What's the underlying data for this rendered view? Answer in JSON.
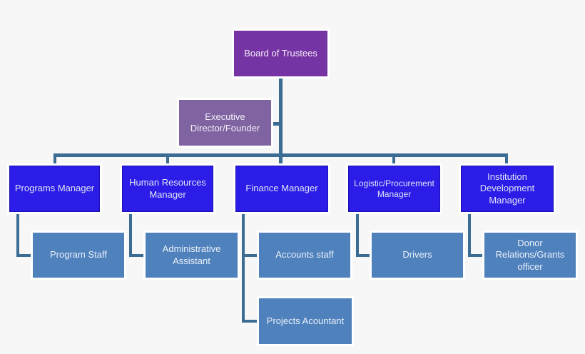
{
  "diagram": {
    "type": "org-chart",
    "nodes": {
      "board": {
        "label": "Board of Trustees",
        "tier": "top"
      },
      "executive": {
        "label": "Executive\nDirector/Founder",
        "tier": "executive"
      },
      "programs": {
        "label": "Programs Manager",
        "tier": "manager"
      },
      "hr": {
        "label": "Human Resources\nManager",
        "tier": "manager"
      },
      "finance": {
        "label": "Finance Manager",
        "tier": "manager"
      },
      "logistic": {
        "label": "Logistic/Procurement\nManager",
        "tier": "manager"
      },
      "institution": {
        "label": "Institution\nDevelopment\nManager",
        "tier": "manager"
      },
      "program_staff": {
        "label": "Program Staff",
        "tier": "staff"
      },
      "admin_assistant": {
        "label": "Administrative\nAssistant",
        "tier": "staff"
      },
      "accounts_staff": {
        "label": "Accounts staff",
        "tier": "staff"
      },
      "drivers": {
        "label": "Drivers",
        "tier": "staff"
      },
      "donor": {
        "label": "Donor\nRelations/Grants\nofficer",
        "tier": "staff"
      },
      "projects_accountant": {
        "label": "Projects Acountant",
        "tier": "staff"
      }
    },
    "edges": [
      {
        "from": "board",
        "to": "executive"
      },
      {
        "from": "executive",
        "to": "programs"
      },
      {
        "from": "executive",
        "to": "hr"
      },
      {
        "from": "executive",
        "to": "finance"
      },
      {
        "from": "executive",
        "to": "logistic"
      },
      {
        "from": "executive",
        "to": "institution"
      },
      {
        "from": "programs",
        "to": "program_staff"
      },
      {
        "from": "hr",
        "to": "admin_assistant"
      },
      {
        "from": "finance",
        "to": "accounts_staff"
      },
      {
        "from": "finance",
        "to": "projects_accountant"
      },
      {
        "from": "logistic",
        "to": "drivers"
      },
      {
        "from": "institution",
        "to": "donor"
      }
    ]
  },
  "colors": {
    "board": "#7633a4",
    "executive": "#8064a2",
    "manager": "#2b1ce8",
    "staff": "#4f81bd",
    "connector": "#3a6c94"
  }
}
